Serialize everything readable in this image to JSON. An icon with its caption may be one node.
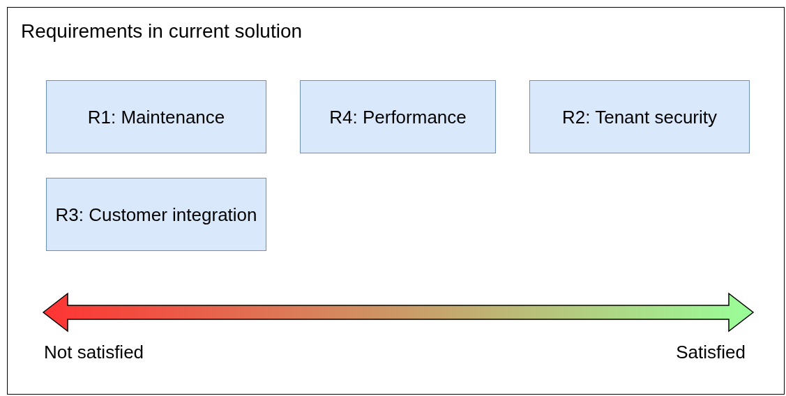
{
  "diagram": {
    "nodes": [
      {
        "text": [
          "Requirements in current solution"
        ]
      },
      {
        "text": [
          "R1: Maintenance"
        ],
        "in": 0
      },
      {
        "text": [
          "R4: Performance"
        ],
        "in": 0
      },
      {
        "text": [
          "R2: Tenant security"
        ],
        "in": 0
      },
      {
        "text": [
          "R3: Customer integration"
        ],
        "in": 0
      }
    ],
    "edges": [],
    "labels": [
      "Not satisfied",
      "Satisfied"
    ]
  }
}
